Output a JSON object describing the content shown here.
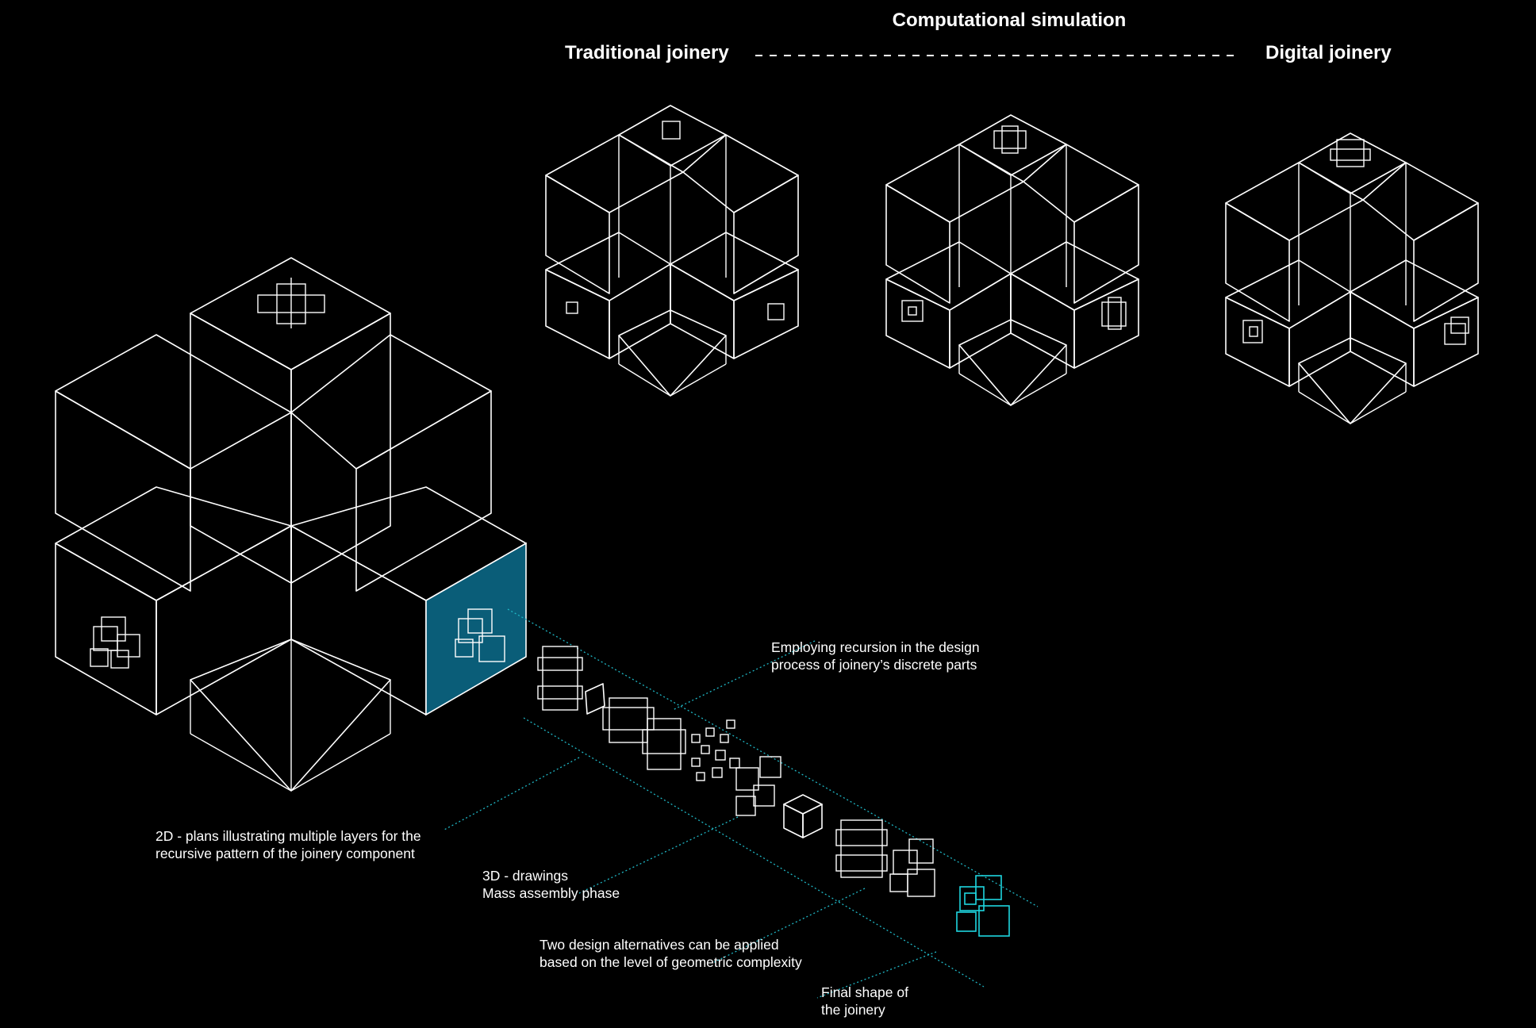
{
  "header": {
    "title": "Computational simulation",
    "left_label": "Traditional joinery",
    "right_label": "Digital joinery"
  },
  "annotations": {
    "recursion": [
      "Employing recursion in the design",
      "process of joinery’s discrete parts"
    ],
    "plans_2d": [
      "2D - plans illustrating multiple layers for the",
      "recursive pattern of the  joinery component"
    ],
    "drawings_3d": [
      "3D - drawings",
      "Mass assembly phase"
    ],
    "alternatives": [
      "Two design alternatives can be applied",
      "based on the level of geometric complexity"
    ],
    "final_shape": [
      "Final shape of",
      "the joinery"
    ]
  },
  "colors": {
    "background": "#000000",
    "line": "#ffffff",
    "highlight_face": "#0a5d78",
    "accent_cyan": "#1fd6e0"
  },
  "icons": [
    "cross-node-traditional",
    "cross-node-intermediate",
    "cross-node-digital",
    "joinery-component"
  ]
}
